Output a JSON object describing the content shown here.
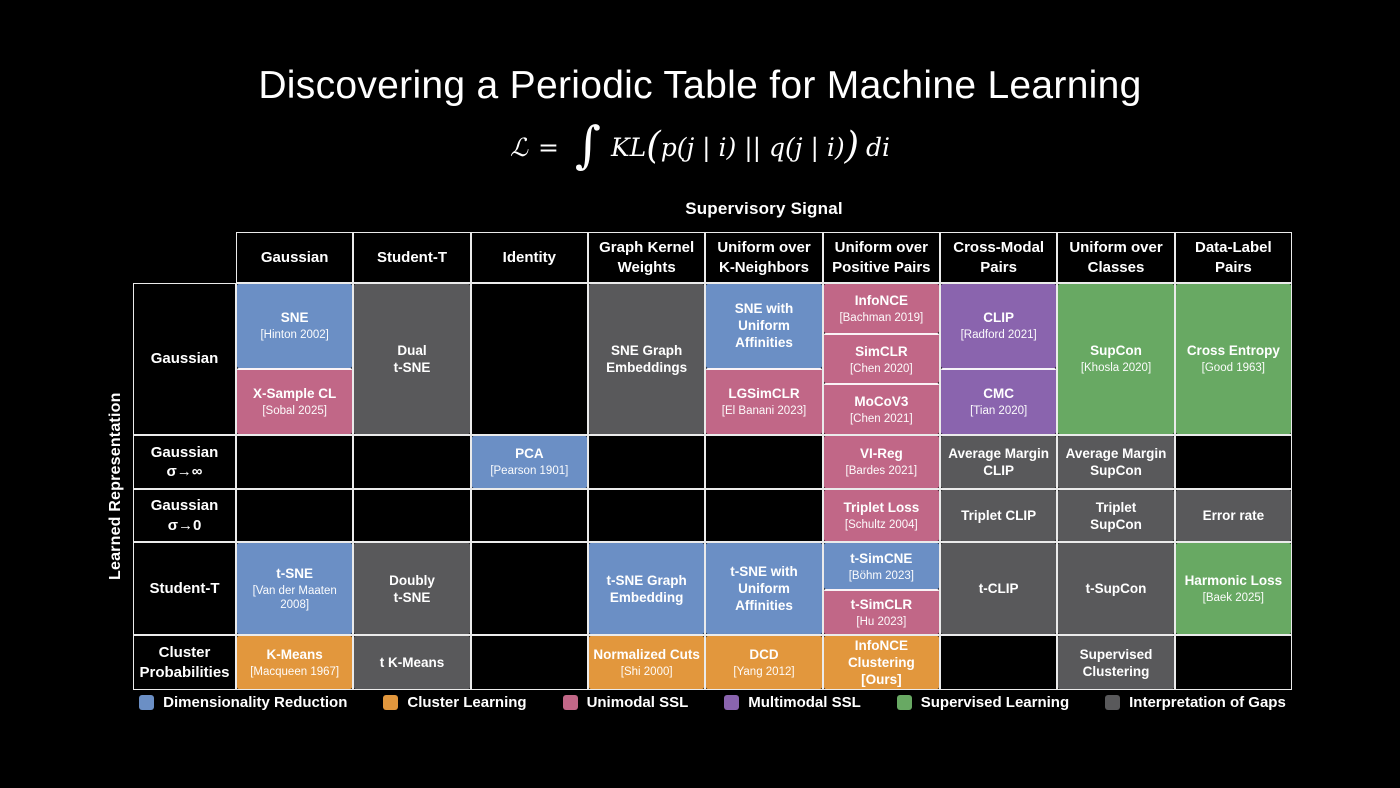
{
  "slide": {
    "title": "Discovering a Periodic Table for Machine Learning",
    "formula": {
      "loss": "ℒ",
      "equals": "=",
      "integral": "∫",
      "kl": "KL",
      "open_paren": "(",
      "args": "p(j | i) || q(j | i)",
      "close_paren": ")",
      "differential": "di"
    },
    "x_axis": "Supervisory Signal",
    "y_axis": "Learned Representation"
  },
  "palette": {
    "blue": "#6b8fc5",
    "orange": "#e2973d",
    "pink": "#c16787",
    "purple": "#8a64ae",
    "green": "#68a963",
    "gray": "#59595b"
  },
  "table": {
    "columns": [
      "Gaussian",
      "Student-T",
      "Identity",
      "Graph Kernel\nWeights",
      "Uniform over\nK-Neighbors",
      "Uniform over\nPositive Pairs",
      "Cross-Modal\nPairs",
      "Uniform over\nClasses",
      "Data-Label\nPairs"
    ],
    "rows": [
      {
        "label": "Gaussian",
        "cells": [
          [
            {
              "name": "SNE",
              "ref": "[Hinton 2002]",
              "color": "blue",
              "w": 57
            },
            {
              "name": "X-Sample CL",
              "ref": "[Sobal 2025]",
              "color": "pink",
              "w": 43
            }
          ],
          [
            {
              "name": "Dual\nt-SNE",
              "color": "gray"
            }
          ],
          [],
          [
            {
              "name": "SNE Graph\nEmbeddings",
              "color": "gray"
            }
          ],
          [
            {
              "name": "SNE with\nUniform\nAffinities",
              "color": "blue",
              "w": 57
            },
            {
              "name": "LGSimCLR",
              "ref": "[El Banani 2023]",
              "color": "pink",
              "w": 43
            }
          ],
          [
            {
              "name": "InfoNCE",
              "ref": "[Bachman 2019]",
              "color": "pink"
            },
            {
              "name": "SimCLR",
              "ref": "[Chen 2020]",
              "color": "pink"
            },
            {
              "name": "MoCoV3",
              "ref": "[Chen 2021]",
              "color": "pink"
            }
          ],
          [
            {
              "name": "CLIP",
              "ref": "[Radford 2021]",
              "color": "purple",
              "w": 57
            },
            {
              "name": "CMC",
              "ref": "[Tian 2020]",
              "color": "purple",
              "w": 43
            }
          ],
          [
            {
              "name": "SupCon",
              "ref": "[Khosla 2020]",
              "color": "green"
            }
          ],
          [
            {
              "name": "Cross Entropy",
              "ref": "[Good 1963]",
              "color": "green"
            }
          ]
        ]
      },
      {
        "label": "Gaussian\nσ→∞",
        "cells": [
          [],
          [],
          [
            {
              "name": "PCA",
              "ref": "[Pearson 1901]",
              "color": "blue"
            }
          ],
          [],
          [],
          [
            {
              "name": "VI-Reg",
              "ref": "[Bardes 2021]",
              "color": "pink"
            }
          ],
          [
            {
              "name": "Average Margin\nCLIP",
              "color": "gray"
            }
          ],
          [
            {
              "name": "Average Margin\nSupCon",
              "color": "gray"
            }
          ],
          []
        ]
      },
      {
        "label": "Gaussian\nσ→0",
        "cells": [
          [],
          [],
          [],
          [],
          [],
          [
            {
              "name": "Triplet Loss",
              "ref": "[Schultz 2004]",
              "color": "pink"
            }
          ],
          [
            {
              "name": "Triplet CLIP",
              "color": "gray"
            }
          ],
          [
            {
              "name": "Triplet\nSupCon",
              "color": "gray"
            }
          ],
          [
            {
              "name": "Error rate",
              "color": "gray"
            }
          ]
        ]
      },
      {
        "label": "Student-T",
        "cells": [
          [
            {
              "name": "t-SNE",
              "ref": "[Van der Maaten 2008]",
              "color": "blue"
            }
          ],
          [
            {
              "name": "Doubly\nt-SNE",
              "color": "gray"
            }
          ],
          [],
          [
            {
              "name": "t-SNE Graph\nEmbedding",
              "color": "blue"
            }
          ],
          [
            {
              "name": "t-SNE with\nUniform\nAffinities",
              "color": "blue"
            }
          ],
          [
            {
              "name": "t-SimCNE",
              "ref": "[Böhm 2023]",
              "color": "blue",
              "w": 52
            },
            {
              "name": "t-SimCLR",
              "ref": "[Hu 2023]",
              "color": "pink",
              "w": 48
            }
          ],
          [
            {
              "name": "t-CLIP",
              "color": "gray"
            }
          ],
          [
            {
              "name": "t-SupCon",
              "color": "gray"
            }
          ],
          [
            {
              "name": "Harmonic Loss",
              "ref": "[Baek 2025]",
              "color": "green"
            }
          ]
        ]
      },
      {
        "label": "Cluster\nProbabilities",
        "cells": [
          [
            {
              "name": "K-Means",
              "ref": "[Macqueen 1967]",
              "color": "orange"
            }
          ],
          [
            {
              "name": "t K-Means",
              "color": "gray"
            }
          ],
          [],
          [
            {
              "name": "Normalized Cuts",
              "ref": "[Shi 2000]",
              "color": "orange"
            }
          ],
          [
            {
              "name": "DCD",
              "ref": "[Yang 2012]",
              "color": "orange"
            }
          ],
          [
            {
              "name": "InfoNCE\nClustering [Ours]",
              "color": "orange"
            }
          ],
          [],
          [
            {
              "name": "Supervised\nClustering",
              "color": "gray"
            }
          ],
          []
        ]
      }
    ]
  },
  "legend": {
    "items": [
      {
        "label": "Dimensionality Reduction",
        "color": "blue"
      },
      {
        "label": "Cluster Learning",
        "color": "orange"
      },
      {
        "label": "Unimodal SSL",
        "color": "pink"
      },
      {
        "label": "Multimodal SSL",
        "color": "purple"
      },
      {
        "label": "Supervised Learning",
        "color": "green"
      },
      {
        "label": "Interpretation of Gaps",
        "color": "gray"
      }
    ]
  }
}
